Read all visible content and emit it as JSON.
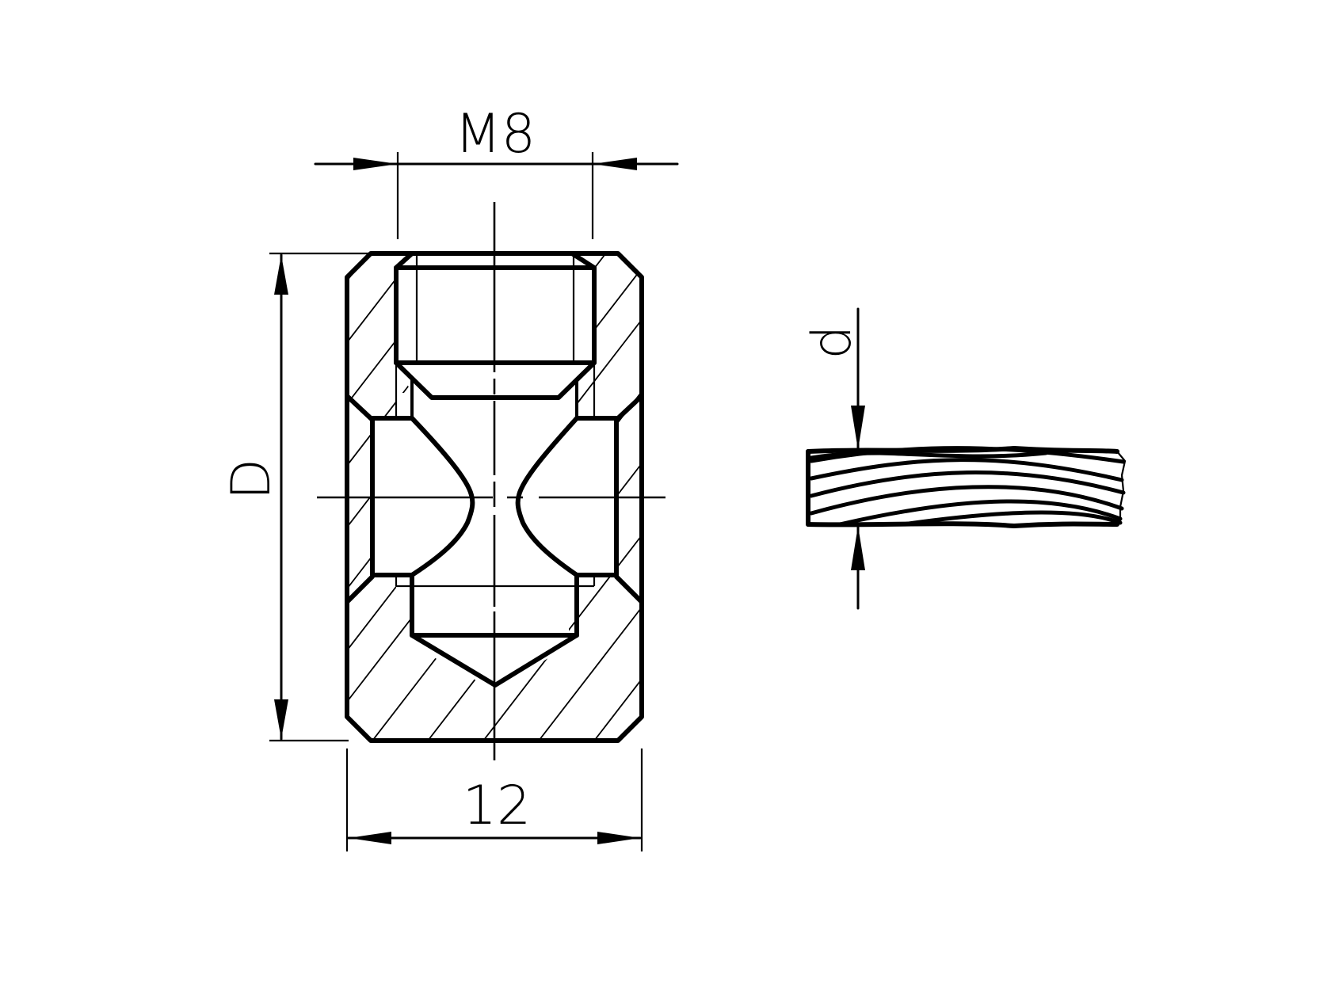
{
  "drawing": {
    "type": "technical-drawing",
    "views": [
      {
        "id": "clamp-section",
        "description": "Sectional view of cylindrical clamp body with threaded M8 bore and cross hole"
      },
      {
        "id": "wire-rope",
        "description": "Stranded wire rope side view"
      }
    ]
  },
  "dimensions": {
    "thread": "M8",
    "diameter": "D",
    "width": "12",
    "wire_diameter": "d"
  },
  "colors": {
    "line": "#000000",
    "background": "#ffffff"
  }
}
